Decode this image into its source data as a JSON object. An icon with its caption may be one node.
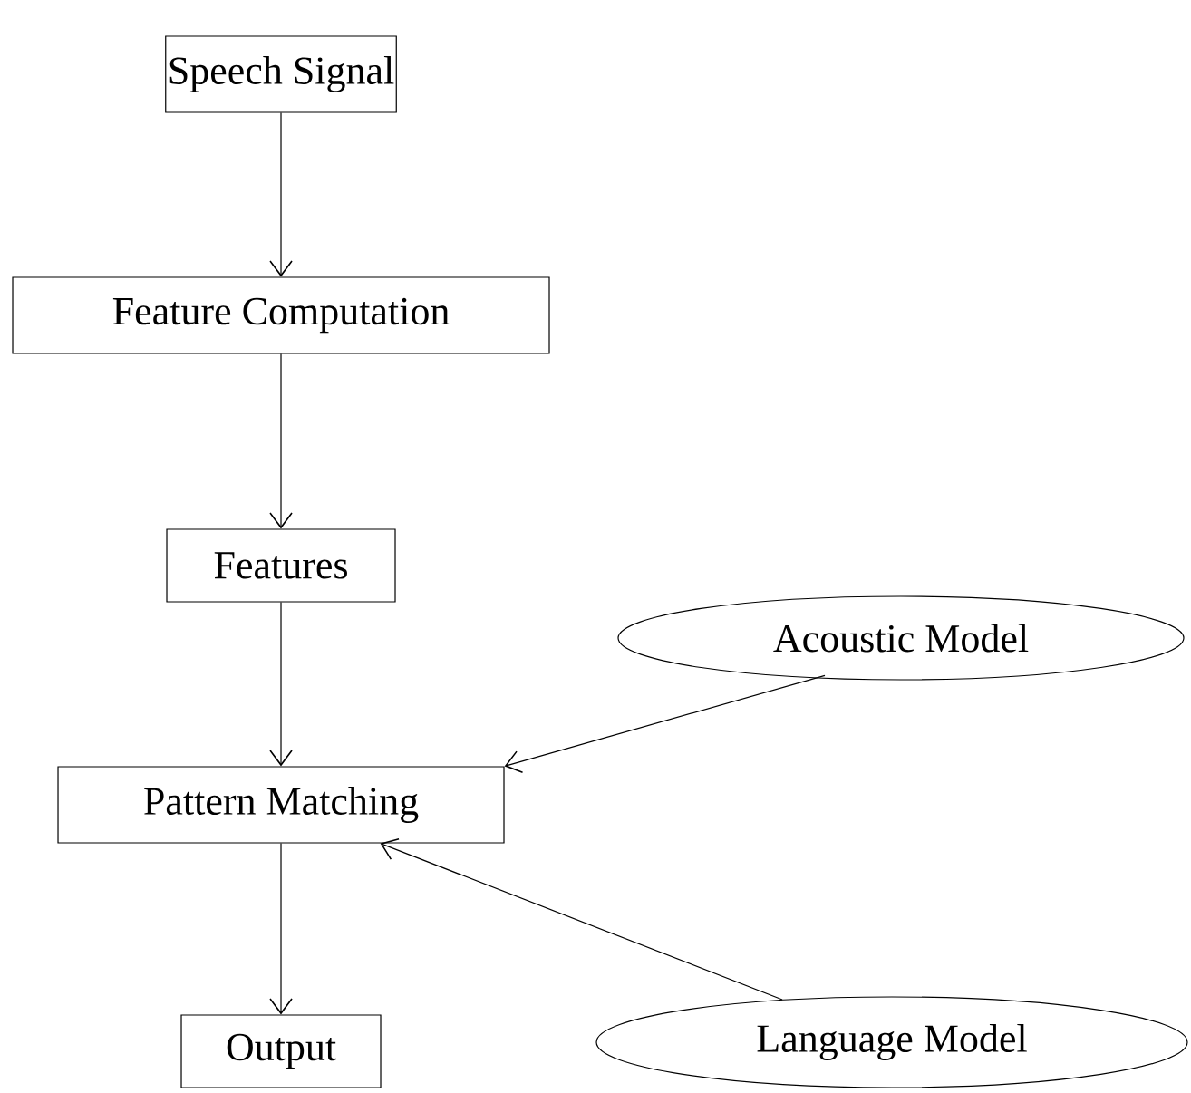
{
  "diagram": {
    "nodes": [
      {
        "text": [
          "Speech Signal"
        ]
      },
      {
        "text": [
          "Feature Computation"
        ]
      },
      {
        "text": [
          "Features"
        ]
      },
      {
        "text": [
          "Acoustic Model"
        ]
      },
      {
        "text": [
          "Pattern Matching"
        ]
      },
      {
        "text": [
          "Language Model"
        ]
      },
      {
        "text": [
          "Output"
        ]
      }
    ],
    "edges": [
      {
        "from": 0,
        "to": 1,
        "arrow": "to"
      },
      {
        "from": 1,
        "to": 2,
        "arrow": "to"
      },
      {
        "from": 2,
        "to": 4,
        "arrow": "to"
      },
      {
        "from": 3,
        "to": 4,
        "arrow": "to"
      },
      {
        "from": 5,
        "to": 4,
        "arrow": "to"
      },
      {
        "from": 4,
        "to": 6,
        "arrow": "to"
      }
    ]
  }
}
